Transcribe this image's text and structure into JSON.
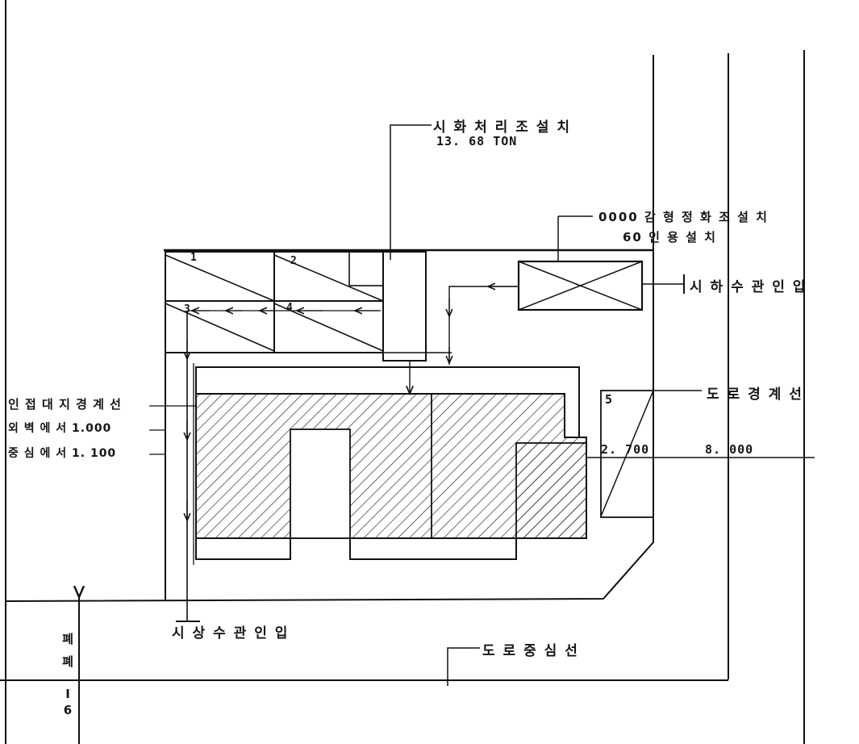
{
  "labels": {
    "septic_tank": "시 화 처 리 조 설 치",
    "septic_tank_capacity": "13. 68 TON",
    "sewage_plant": "0000 감 형 정 화 조 설 치",
    "sewage_plant_capacity": "60 인 용 설 치",
    "rain_inlet": "시 하 수 관 인 입",
    "boundary_1": "인 접 대 지 경 계 선",
    "boundary_2": "외 벽 에 서 1.000",
    "boundary_3": "중 심 에 서 1. 100",
    "road_boundary": "도 로 경 계 선",
    "dim_2700": "2. 700",
    "dim_8000": "8. 000",
    "dim_5": "5",
    "water_inlet": "시 상 수 관 인 입",
    "road_center": "도 로 중 심 선",
    "room_1": "1",
    "room_2": "2",
    "room_3": "3",
    "room_4": "4"
  },
  "side_text": [
    "폐",
    "폐",
    "I",
    "6"
  ]
}
